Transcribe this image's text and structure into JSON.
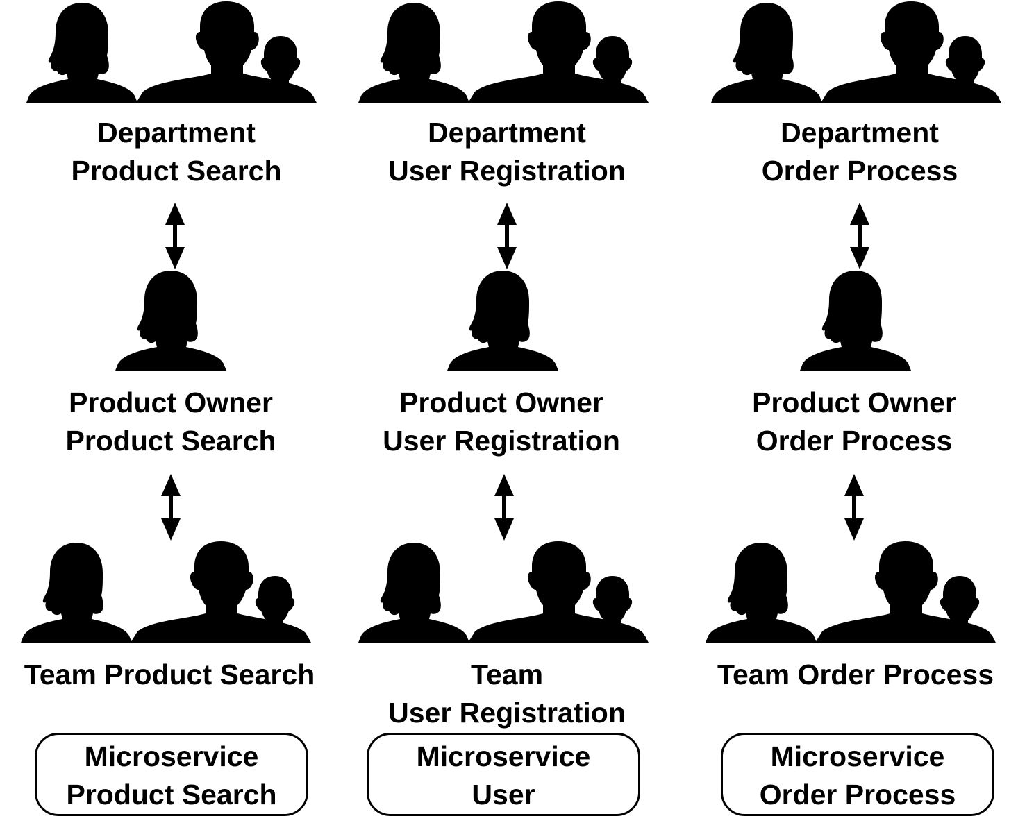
{
  "columns": [
    {
      "department": {
        "line1": "Department",
        "line2": "Product Search"
      },
      "product_owner": {
        "line1": "Product Owner",
        "line2": "Product Search"
      },
      "team": {
        "line1": "Team Product Search",
        "line2": ""
      },
      "microservice": {
        "line1": "Microservice",
        "line2": "Product Search"
      }
    },
    {
      "department": {
        "line1": "Department",
        "line2": "User Registration"
      },
      "product_owner": {
        "line1": "Product Owner",
        "line2": "User Registration"
      },
      "team": {
        "line1": "Team",
        "line2": "User Registration"
      },
      "microservice": {
        "line1": "Microservice",
        "line2": "User"
      }
    },
    {
      "department": {
        "line1": "Department",
        "line2": "Order Process"
      },
      "product_owner": {
        "line1": "Product Owner",
        "line2": "Order Process"
      },
      "team": {
        "line1": "Team Order Process",
        "line2": ""
      },
      "microservice": {
        "line1": "Microservice",
        "line2": "Order Process"
      }
    }
  ],
  "icons": {
    "group": "people-group-icon",
    "person": "person-icon",
    "arrow": "double-arrow-icon"
  },
  "colors": {
    "silhouette": "#000000",
    "background": "#ffffff"
  }
}
